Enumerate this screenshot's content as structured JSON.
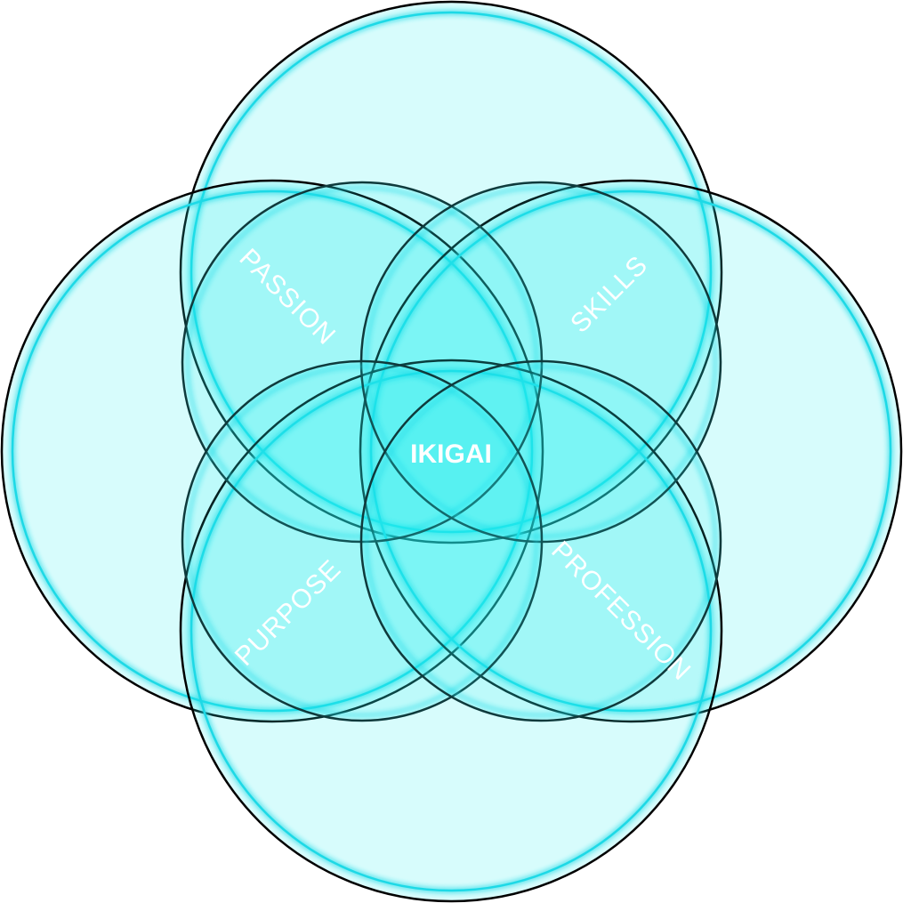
{
  "diagram": {
    "center_label": "IKIGAI",
    "regions": [
      {
        "key": "passion",
        "label": "PASSION"
      },
      {
        "key": "skills",
        "label": "SKILLS"
      },
      {
        "key": "purpose",
        "label": "PURPOSE"
      },
      {
        "key": "profession",
        "label": "PROFESSION"
      }
    ],
    "colors": {
      "fill": "#24EEF0",
      "rim": "#1DD9E6",
      "outline": "#000000",
      "text": "#FFFFFF"
    }
  }
}
